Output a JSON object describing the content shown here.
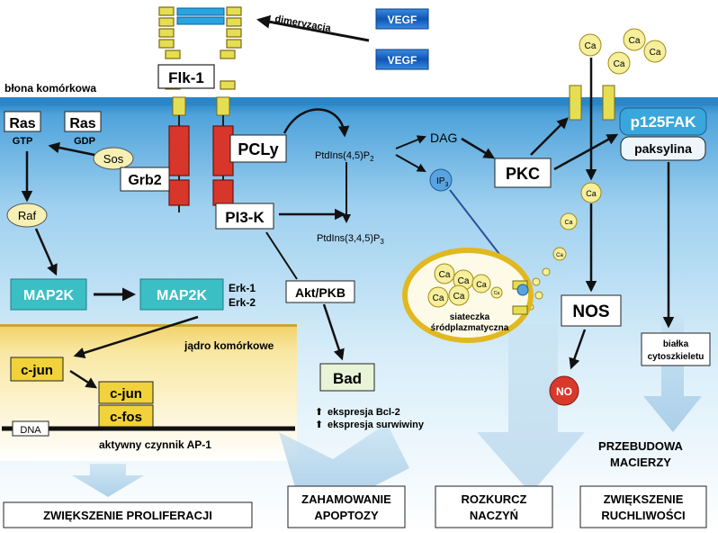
{
  "labels": {
    "vegf1": "VEGF",
    "vegf2": "VEGF",
    "dimeryzacja": "dimeryzacja",
    "flk1": "Flk-1",
    "membrane": "błona komórkowa",
    "ras_gtp": "Ras",
    "gtp": "GTP",
    "ras_gdp": "Ras",
    "gdp": "GDP",
    "sos": "Sos",
    "grb2": "Grb2",
    "pcly": "PCLy",
    "pi3k": "PI3-K",
    "raf": "Raf",
    "map2k_1": "MAP2K",
    "map2k_2": "MAP2K",
    "erk1": "Erk-1",
    "erk2": "Erk-2",
    "nucleus": "jądro komórkowe",
    "cjun_1": "c-jun",
    "cjun_2": "c-jun",
    "cfos": "c-fos",
    "dna": "DNA",
    "ap1": "aktywny czynnik AP-1",
    "akt": "Akt/PKB",
    "bad": "Bad",
    "bcl2": "ekspresja Bcl-2",
    "surviv": "ekspresja surwiwiny",
    "ptdins2_main": "PtdIns(4,5)P",
    "ptdins2_sub": "2",
    "ptdins3_main": "PtdIns(3,4,5)P",
    "ptdins3_sub": "3",
    "dag": "DAG",
    "ip3_main": "IP",
    "ip3_sub": "3",
    "pkc": "PKC",
    "ca": "Ca",
    "p125fak": "p125FAK",
    "paksylina": "paksylina",
    "nos": "NOS",
    "no": "NO",
    "er1": "siateczka",
    "er2": "śródplazmatyczna",
    "cyto1": "białka",
    "cyto2": "cytoszkieletu",
    "prz1": "PRZEBUDOWA",
    "prz2": "MACIERZY",
    "out1": "ZWIĘKSZENIE PROLIFERACJI",
    "out2a": "ZAHAMOWANIE",
    "out2b": "APOPTOZY",
    "out3a": "ROZKURCZ",
    "out3b": "NACZYŃ",
    "out4a": "ZWIĘKSZENIE",
    "out4b": "RUCHLIWOŚCI"
  },
  "colors": {
    "membrane_top": "#1f7fc0",
    "cytoplasm_fade": "#9fd2f0",
    "nucleus": "#f7e28a",
    "receptor": "#e8e15a",
    "red_channel": "#d8362a",
    "teal": "#3bbfc4",
    "vegf_blue": "#1a66c6",
    "ca_fill": "#f5ef9e",
    "no_red": "#d9392b",
    "big_arrow": "#a9cfe8"
  }
}
